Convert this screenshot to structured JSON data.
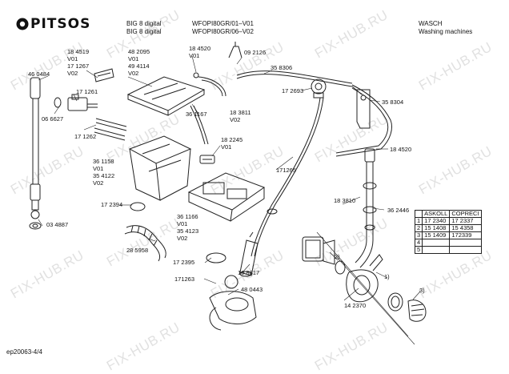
{
  "brand": {
    "logo_text": "PITSOS"
  },
  "header": {
    "model_col1": [
      "BIG 8 digital",
      "BIG 8 digital"
    ],
    "model_col2": [
      "WFOPI80GR/01–V01",
      "WFOPI80GR/06–V02"
    ],
    "category_col": [
      "WASCH",
      "Washing machines"
    ]
  },
  "part_labels": [
    {
      "id": "p1",
      "text": "18 4519\nV01\n17 1267\nV02"
    },
    {
      "id": "p2",
      "text": "48 2095\nV01\n49 4114\nV02"
    },
    {
      "id": "p3",
      "text": "18 4520\nV01"
    },
    {
      "id": "p4",
      "text": "09 2126"
    },
    {
      "id": "p5",
      "text": "35 8306"
    },
    {
      "id": "p6",
      "text": "46 0484"
    },
    {
      "id": "p7",
      "text": "17 1261"
    },
    {
      "id": "p8",
      "text": "06 6627"
    },
    {
      "id": "p9",
      "text": "17 2693"
    },
    {
      "id": "p10",
      "text": "35 8304"
    },
    {
      "id": "p11",
      "text": "36 1167"
    },
    {
      "id": "p12",
      "text": "18 3811\nV02"
    },
    {
      "id": "p13",
      "text": "17 1262"
    },
    {
      "id": "p14",
      "text": "18 4520"
    },
    {
      "id": "p15",
      "text": "18 2245\nV01"
    },
    {
      "id": "p16",
      "text": "36 1158\nV01\n35 4122\nV02"
    },
    {
      "id": "p17",
      "text": "171265"
    },
    {
      "id": "p18",
      "text": "17 2394"
    },
    {
      "id": "p19",
      "text": "18 3810"
    },
    {
      "id": "p20",
      "text": "36 2446"
    },
    {
      "id": "p21",
      "text": "03 4887"
    },
    {
      "id": "p22",
      "text": "36 1166\nV01\n35 4123\nV02"
    },
    {
      "id": "p23",
      "text": "28 5958"
    },
    {
      "id": "p24",
      "text": "17 2395"
    },
    {
      "id": "p25",
      "text": "16 8817"
    },
    {
      "id": "p26",
      "text": "171263"
    },
    {
      "id": "p27",
      "text": "48 0443"
    },
    {
      "id": "p28",
      "text": "14 2370"
    },
    {
      "id": "p29",
      "text": "2)"
    },
    {
      "id": "p30",
      "text": "1)"
    },
    {
      "id": "p31",
      "text": "3)"
    }
  ],
  "codes_table": {
    "headers": [
      "",
      "ASKOLL",
      "COPRECI"
    ],
    "rows": [
      [
        "1",
        "17 2340",
        "17 2337"
      ],
      [
        "2",
        "15 1408",
        "15 4358"
      ],
      [
        "3",
        "15 1409",
        "172339"
      ],
      [
        "4",
        "",
        ""
      ],
      [
        "5",
        "",
        ""
      ]
    ]
  },
  "footer": {
    "doc_id": "ep20063-4/4"
  },
  "watermark": {
    "text": "FIX-HUB.RU"
  }
}
